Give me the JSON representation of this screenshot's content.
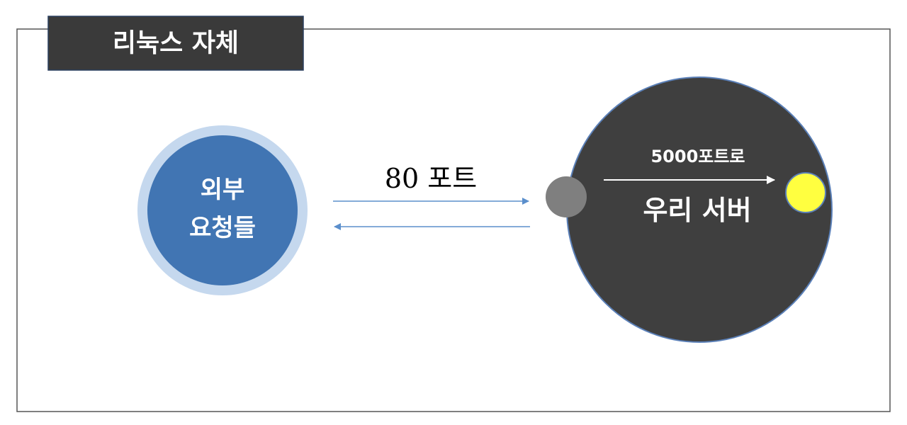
{
  "frame": {
    "title": "리눅스 자체"
  },
  "external": {
    "line1": "외부",
    "line2": "요청들"
  },
  "connection": {
    "port_label": "80 포트"
  },
  "server": {
    "forward_label": "5000포트로",
    "name": "우리 서버"
  },
  "colors": {
    "tab_bg": "#3a3a3a",
    "external_inner": "#4175b3",
    "external_ring": "#c5d8ee",
    "server_fill": "#3f3f3f",
    "server_stroke": "#5b80b8",
    "port_node": "#7f7f7f",
    "app_node": "#ffff40",
    "arrow": "#5b8fcc"
  }
}
